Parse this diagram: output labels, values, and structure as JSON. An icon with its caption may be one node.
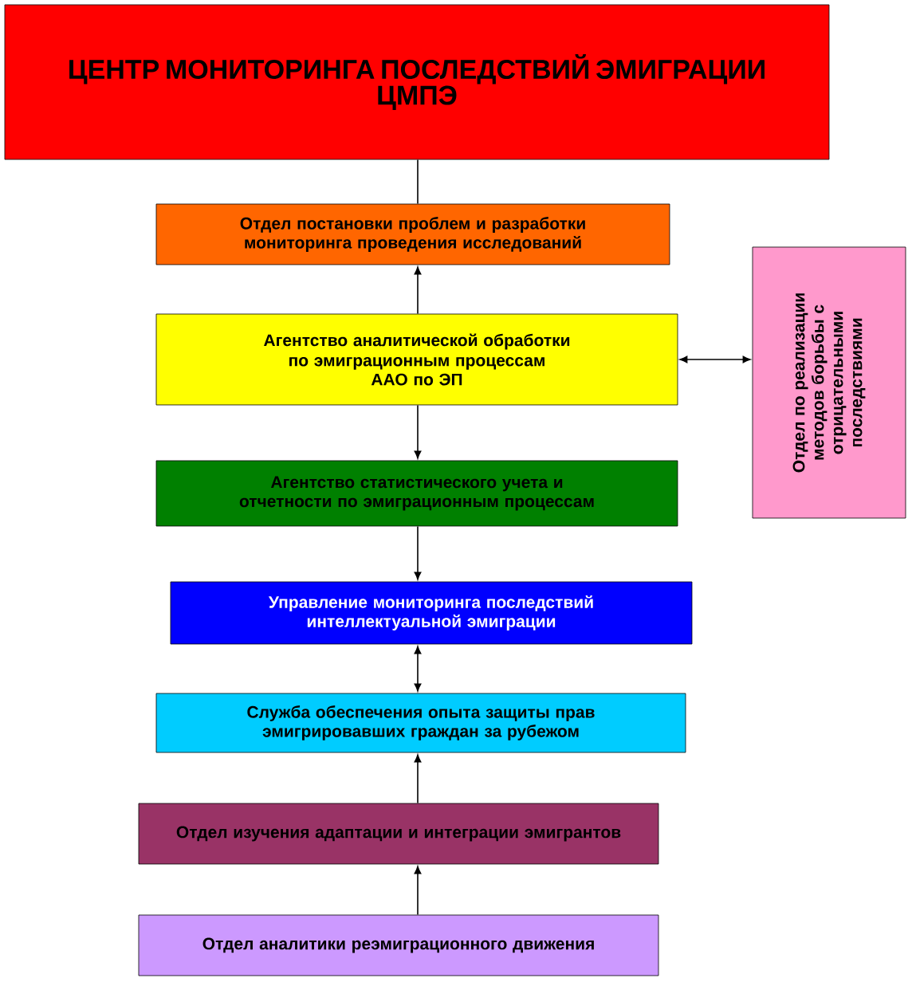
{
  "diagram": {
    "nodes": [
      {
        "text": [
          "ЦЕНТР МОНИТОРИНГА ПОСЛЕДСТВИЙ ЭМИГРАЦИИ",
          "ЦМПЭ"
        ]
      },
      {
        "text": [
          "Отдел постановки проблем и разработки мониторинга проведения исследований"
        ]
      },
      {
        "text": [
          "Агентство аналитической обработки по эмиграционным процессам",
          "ААО по ЭП"
        ]
      },
      {
        "text": [
          "Агентство статистического учета и отчетности по эмиграционным процессам"
        ]
      },
      {
        "text": [
          "Управление мониторинга последствий интеллектуальной эмиграции"
        ]
      },
      {
        "text": [
          "Служба обеспечения опыта защиты прав эмигрировавших граждан за рубежом"
        ]
      },
      {
        "text": [
          "Отдел изучения адаптации и интеграции эмигрантов"
        ]
      },
      {
        "text": [
          "Отдел аналитики реэмиграционного движения"
        ]
      },
      {
        "text": [
          "Отдел по реализации методов борьбы с отрицательными последствиями"
        ]
      }
    ],
    "edges": [
      {
        "from": 0,
        "to": 1,
        "arrow": "none"
      },
      {
        "from": 2,
        "to": 1,
        "arrow": "to"
      },
      {
        "from": 2,
        "to": 3,
        "arrow": "to"
      },
      {
        "from": 3,
        "to": 4,
        "arrow": "to"
      },
      {
        "from": 4,
        "to": 5,
        "arrow": "both"
      },
      {
        "from": 6,
        "to": 5,
        "arrow": "to"
      },
      {
        "from": 7,
        "to": 6,
        "arrow": "to"
      },
      {
        "from": 2,
        "to": 8,
        "arrow": "both"
      }
    ]
  }
}
